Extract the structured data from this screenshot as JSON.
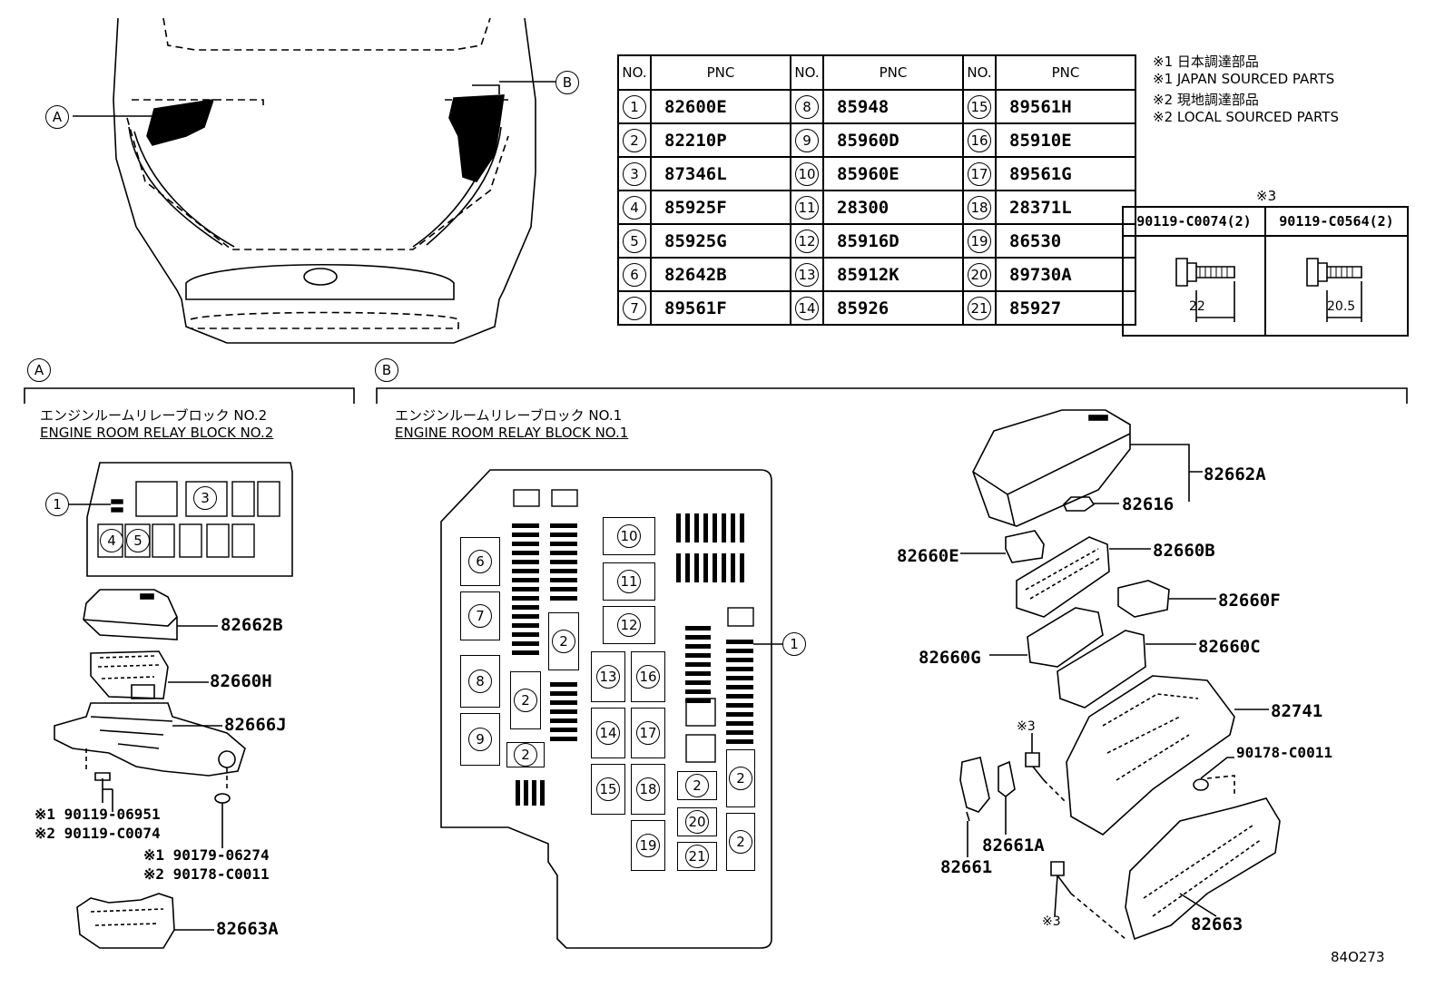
{
  "table": {
    "header": {
      "no": "NO.",
      "pnc": "PNC"
    },
    "rows": [
      [
        {
          "no": "1",
          "pnc": "82600E"
        },
        {
          "no": "8",
          "pnc": "85948"
        },
        {
          "no": "15",
          "pnc": "89561H"
        }
      ],
      [
        {
          "no": "2",
          "pnc": "82210P"
        },
        {
          "no": "9",
          "pnc": "85960D"
        },
        {
          "no": "16",
          "pnc": "85910E"
        }
      ],
      [
        {
          "no": "3",
          "pnc": "87346L"
        },
        {
          "no": "10",
          "pnc": "85960E"
        },
        {
          "no": "17",
          "pnc": "89561G"
        }
      ],
      [
        {
          "no": "4",
          "pnc": "85925F"
        },
        {
          "no": "11",
          "pnc": "28300"
        },
        {
          "no": "18",
          "pnc": "28371L"
        }
      ],
      [
        {
          "no": "5",
          "pnc": "85925G"
        },
        {
          "no": "12",
          "pnc": "85916D"
        },
        {
          "no": "19",
          "pnc": "86530"
        }
      ],
      [
        {
          "no": "6",
          "pnc": "82642B"
        },
        {
          "no": "13",
          "pnc": "85912K"
        },
        {
          "no": "20",
          "pnc": "89730A"
        }
      ],
      [
        {
          "no": "7",
          "pnc": "89561F"
        },
        {
          "no": "14",
          "pnc": "85926"
        },
        {
          "no": "21",
          "pnc": "85927"
        }
      ]
    ]
  },
  "notes": [
    "※1 日本調達部品",
    "※1 JAPAN SOURCED PARTS",
    "※2 現地調達部品",
    "※2 LOCAL SOURCED PARTS"
  ],
  "bolts": {
    "mark": "※3",
    "items": [
      {
        "part": "90119-C0074(2)",
        "length": "22"
      },
      {
        "part": "90119-C0564(2)",
        "length": "20.5"
      }
    ]
  },
  "callouts": {
    "a": "A",
    "b": "B"
  },
  "section_a": {
    "title_jp": "エンジンルームリレーブロック NO.2",
    "title_en": "ENGINE ROOM RELAY BLOCK NO.2",
    "block_nums": [
      "1",
      "3",
      "4",
      "5"
    ],
    "parts": {
      "p1": "82662B",
      "p2": "82660H",
      "p3": "82666J",
      "p4a": "※1 90119-06951",
      "p4b": "※2 90119-C0074",
      "p5a": "※1 90179-06274",
      "p5b": "※2 90178-C0011",
      "p6": "82663A"
    }
  },
  "section_b": {
    "title_jp": "エンジンルームリレーブロック NO.1",
    "title_en": "ENGINE ROOM RELAY BLOCK NO.1",
    "block_nums": [
      "6",
      "7",
      "8",
      "9",
      "2",
      "2",
      "2",
      "10",
      "11",
      "12",
      "13",
      "14",
      "15",
      "16",
      "17",
      "18",
      "19",
      "2",
      "20",
      "21",
      "2",
      "2",
      "1"
    ],
    "parts": {
      "p1": "82662A",
      "p2": "82616",
      "p3": "82660E",
      "p4": "82660B",
      "p5": "82660F",
      "p6": "82660G",
      "p7": "82660C",
      "p8": "82741",
      "p9": "90178-C0011",
      "p10": "82661A",
      "p11": "82661",
      "p12": "82663",
      "m1": "※3",
      "m2": "※3"
    }
  },
  "diagram_id": "84O273"
}
